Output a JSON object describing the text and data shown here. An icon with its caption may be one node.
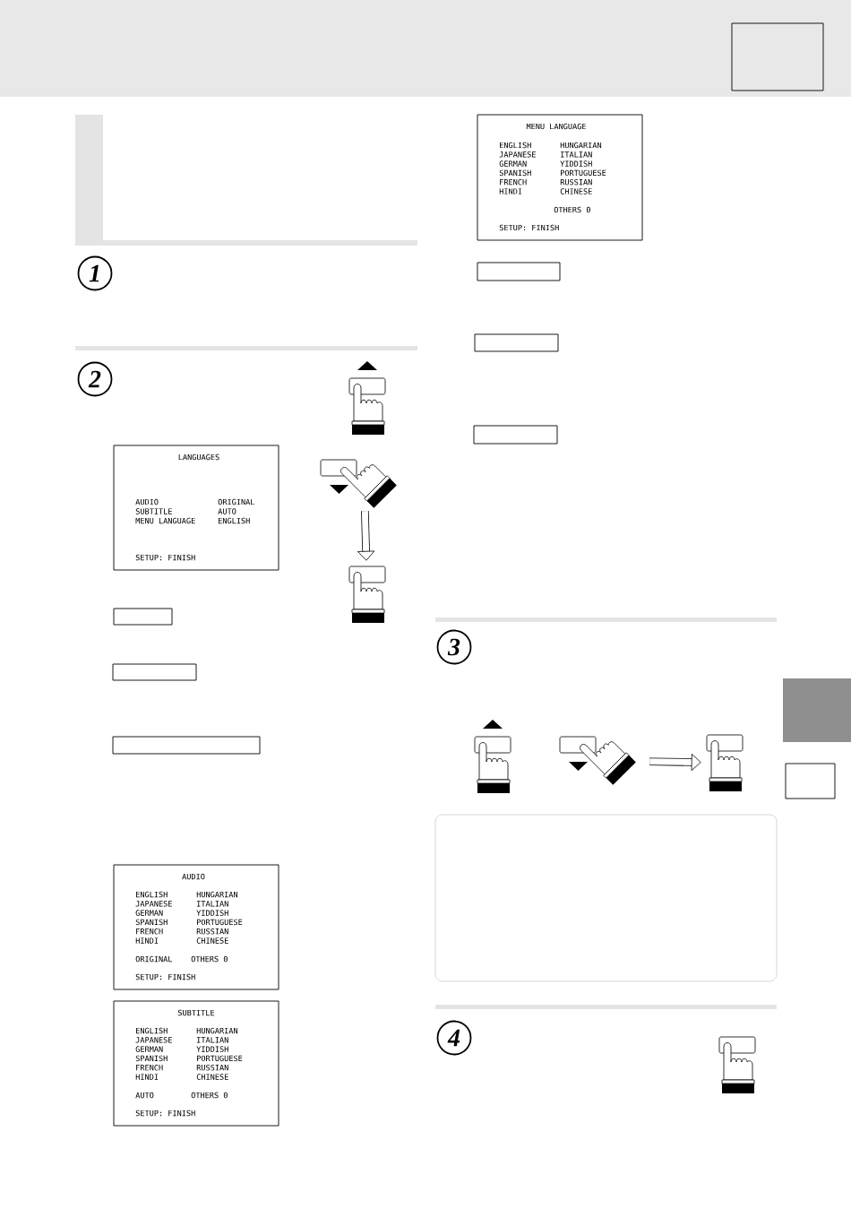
{
  "diagram": {
    "nodes": [
      {
        "text": [],
        "shape": "box"
      },
      {
        "text": [
          "1"
        ]
      },
      {
        "text": [
          "2"
        ]
      },
      {
        "text": [],
        "shape": "picture"
      },
      {
        "text": [
          "LANGUAGES",
          "AUDIO",
          "ORIGINAL",
          "SUBTITLE",
          "AUTO",
          "MENU LANGUAGE",
          "ENGLISH",
          "SETUP: FINISH"
        ]
      },
      {
        "text": [],
        "shape": "picture"
      },
      {
        "text": [],
        "shape": "picture"
      },
      {
        "text": [],
        "shape": "box"
      },
      {
        "text": [],
        "shape": "box"
      },
      {
        "text": [],
        "shape": "box"
      },
      {
        "text": [
          "AUDIO",
          "ENGLISH",
          "HUNGARIAN",
          "JAPANESE",
          "ITALIAN",
          "GERMAN",
          "YIDDISH",
          "SPANISH",
          "PORTUGUESE",
          "FRENCH",
          "RUSSIAN",
          "HINDI",
          "CHINESE",
          "ORIGINAL",
          "OTHERS 0",
          "SETUP: FINISH"
        ]
      },
      {
        "text": [
          "SUBTITLE",
          "ENGLISH",
          "HUNGARIAN",
          "JAPANESE",
          "ITALIAN",
          "GERMAN",
          "YIDDISH",
          "SPANISH",
          "PORTUGUESE",
          "FRENCH",
          "RUSSIAN",
          "HINDI",
          "CHINESE",
          "AUTO",
          "OTHERS 0",
          "SETUP: FINISH"
        ]
      },
      {
        "text": [
          "MENU LANGUAGE",
          "ENGLISH",
          "HUNGARIAN",
          "JAPANESE",
          "ITALIAN",
          "GERMAN",
          "YIDDISH",
          "SPANISH",
          "PORTUGUESE",
          "FRENCH",
          "RUSSIAN",
          "HINDI",
          "CHINESE",
          "OTHERS 0",
          "SETUP: FINISH"
        ]
      },
      {
        "text": [],
        "shape": "box"
      },
      {
        "text": [],
        "shape": "box"
      },
      {
        "text": [],
        "shape": "box"
      },
      {
        "text": [
          "3"
        ]
      },
      {
        "text": [],
        "shape": "box"
      },
      {
        "text": [],
        "shape": "picture"
      },
      {
        "text": [],
        "shape": "picture"
      },
      {
        "text": [],
        "shape": "picture"
      },
      {
        "text": [],
        "shape": "box"
      },
      {
        "text": [
          "4"
        ]
      },
      {
        "text": [],
        "shape": "picture"
      },
      {
        "text": [],
        "shape": "box"
      }
    ],
    "edges": [
      {
        "from": 5,
        "to": 6,
        "arrow": "to"
      },
      {
        "from": 19,
        "to": 20,
        "arrow": "to"
      }
    ]
  }
}
